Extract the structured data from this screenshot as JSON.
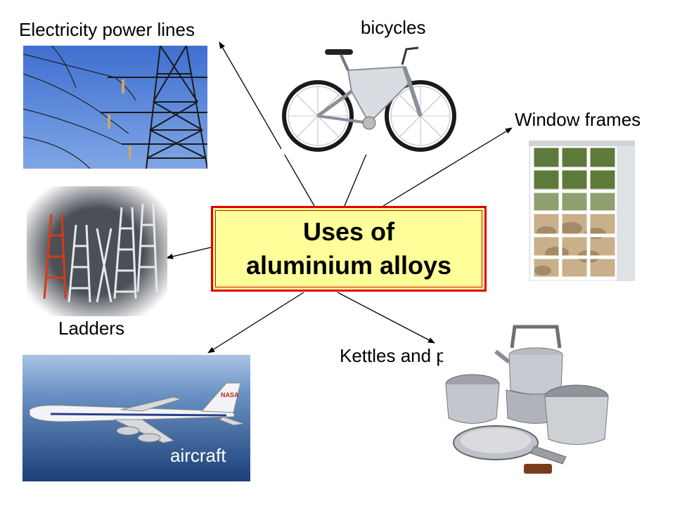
{
  "center": {
    "line1": "Uses of",
    "line2": "aluminium alloys"
  },
  "uses": {
    "power_lines": "Electricity power lines",
    "bicycles": "bicycles",
    "window_frames": "Window frames",
    "ladders": "Ladders",
    "kettles": "Kettles and pans",
    "aircraft": "aircraft"
  },
  "aircraft_tail_text": "NASA",
  "colors": {
    "box_fill": "#ffff99",
    "box_border": "#e00000"
  }
}
